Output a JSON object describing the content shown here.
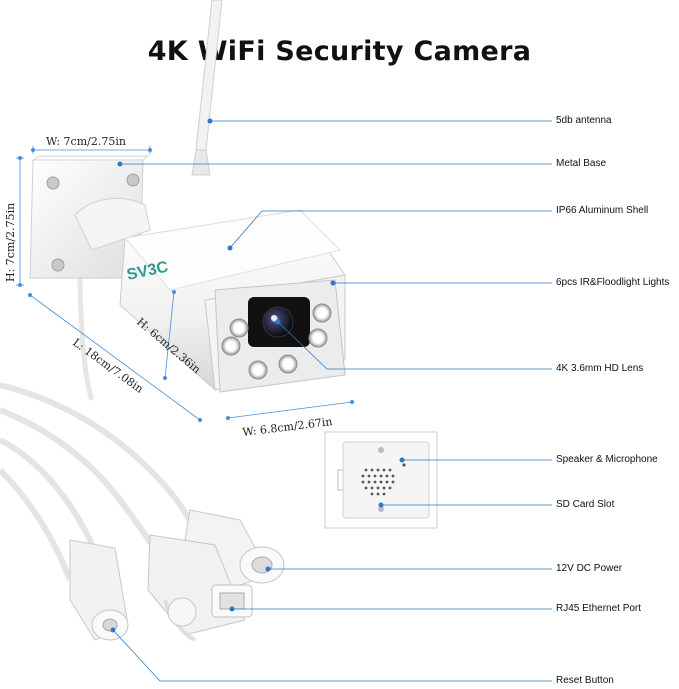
{
  "title": "4K WiFi Security Camera",
  "callouts": {
    "antenna": "5db antenna",
    "metal_base": "Metal Base",
    "shell": "IP66 Aluminum Shell",
    "lights": "6pcs IR&Floodlight Lights",
    "lens": "4K 3.6mm HD Lens",
    "speaker_mic": "Speaker & Microphone",
    "sd_slot": "SD Card Slot",
    "dc_power": "12V DC Power",
    "ethernet": "RJ45 Ethernet Port",
    "reset": "Reset Button"
  },
  "dimensions": {
    "base_width": "W: 7cm/2.75in",
    "base_height": "H: 7cm/2.75in",
    "body_length": "L: 18cm/7.08in",
    "body_height": "H: 6cm/2.36in",
    "front_width": "W: 6.8cm/2.67in"
  },
  "brand_logo": "SV3C",
  "colors": {
    "callout_line": "#2f78c4",
    "dimension_line": "#4a8fd6",
    "logo": "#2e9a8c",
    "camera_white": "#f7f7f7",
    "camera_shadow": "#d9d9d9"
  }
}
